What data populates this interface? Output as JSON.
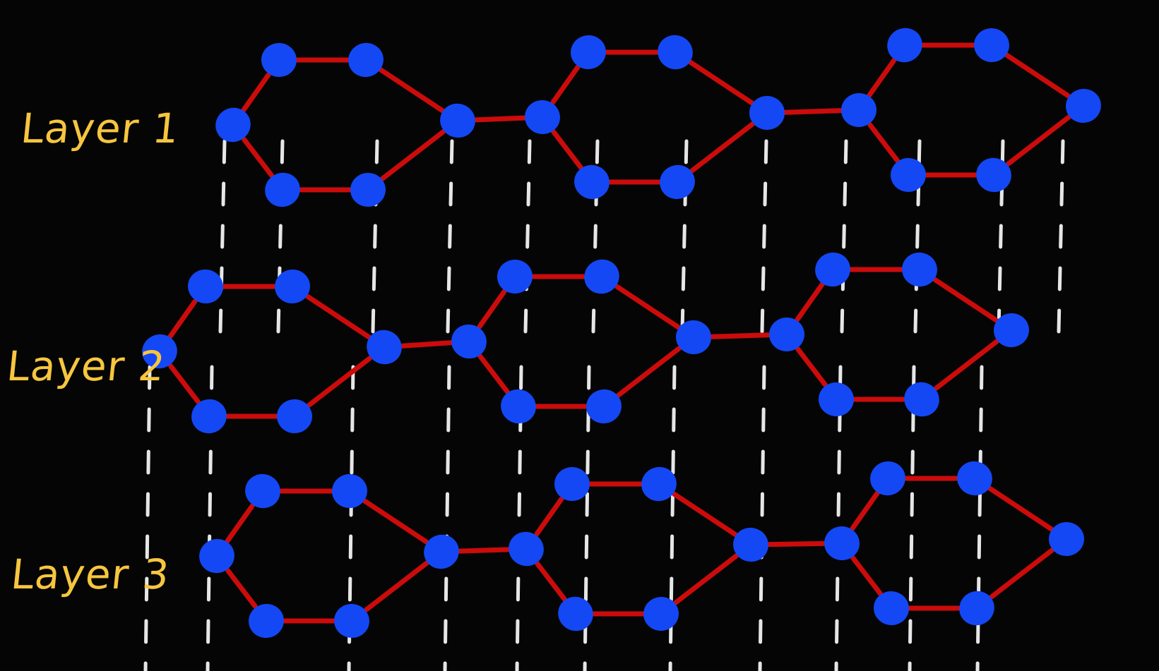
{
  "labels": [
    "Layer 1",
    "Layer 2",
    "Layer 3"
  ],
  "colors": {
    "background": "#050505",
    "atom": "#1448f5",
    "bond": "#cc0b0b",
    "interlayer": "#e6e6e6",
    "label": "#f7c63e"
  }
}
